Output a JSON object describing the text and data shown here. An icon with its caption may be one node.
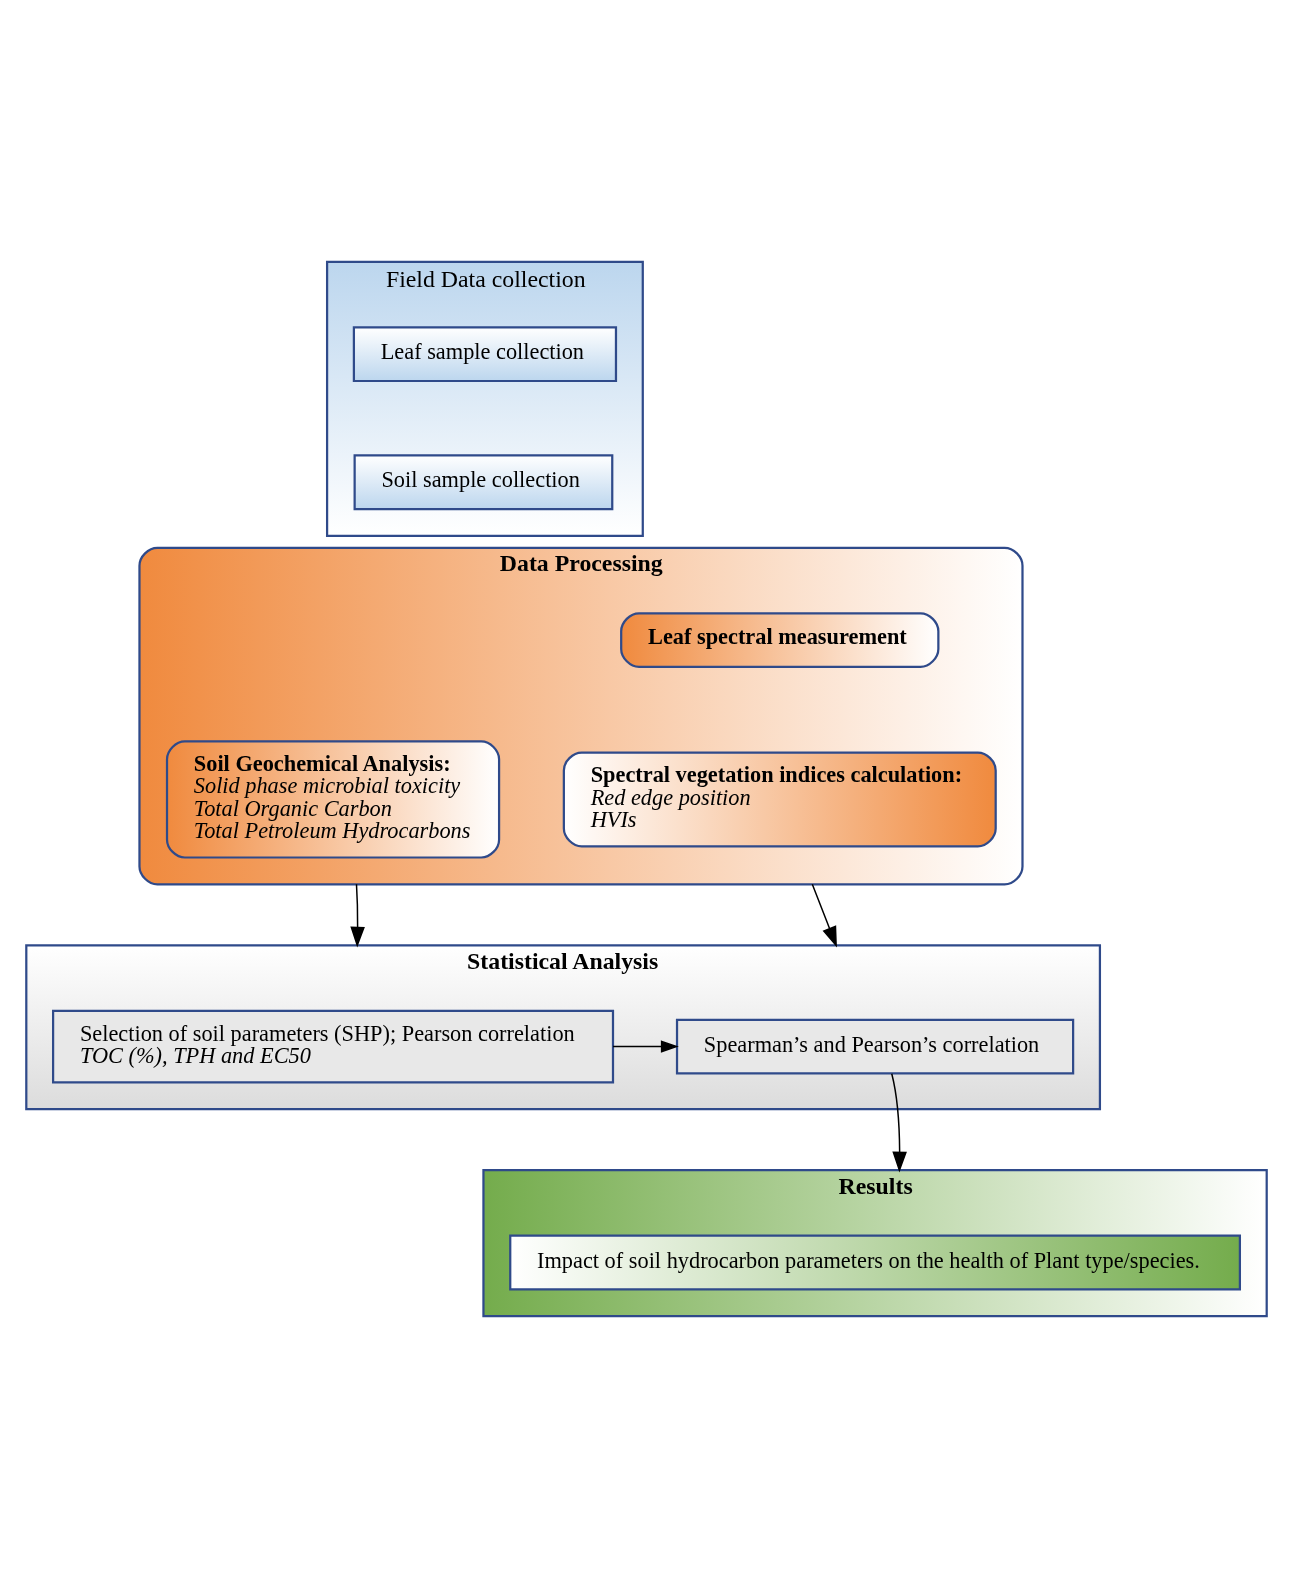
{
  "diagram": {
    "nodes": [
      {
        "text": [
          "Field Data collection"
        ]
      },
      {
        "text": [
          "Leaf sample collection"
        ],
        "in": 0
      },
      {
        "text": [
          "Soil sample collection"
        ],
        "in": 0
      },
      {
        "text": [
          "Data Processing"
        ]
      },
      {
        "text": [
          "Leaf spectral measurement"
        ],
        "in": 3
      },
      {
        "text": [
          "Spectral vegetation indices calculation:",
          "Red edge position",
          "HVIs"
        ],
        "in": 3
      },
      {
        "text": [
          "Soil Geochemical Analysis:",
          "Solid phase microbial toxicity",
          "Total Organic Carbon",
          "Total Petroleum Hydrocarbons"
        ],
        "in": 3
      },
      {
        "text": [
          "Statistical Analysis"
        ]
      },
      {
        "text": [
          "Spearman’s and Pearson’s correlation"
        ],
        "in": 7
      },
      {
        "text": [
          "Selection of soil parameters (SHP); Pearson correlation",
          "TOC (%), TPH and EC50"
        ],
        "in": 7
      },
      {
        "text": [
          "Results"
        ]
      },
      {
        "text": [
          "Impact of soil hydrocarbon parameters on the health of Plant type/species."
        ],
        "in": 10
      }
    ],
    "edges": [
      {
        "from": 3,
        "to": 7,
        "arrow": "to"
      },
      {
        "from": 3,
        "to": 7,
        "arrow": "to"
      },
      {
        "from": 9,
        "to": 8,
        "arrow": "to"
      },
      {
        "from": 8,
        "to": 10,
        "arrow": "to"
      }
    ]
  }
}
